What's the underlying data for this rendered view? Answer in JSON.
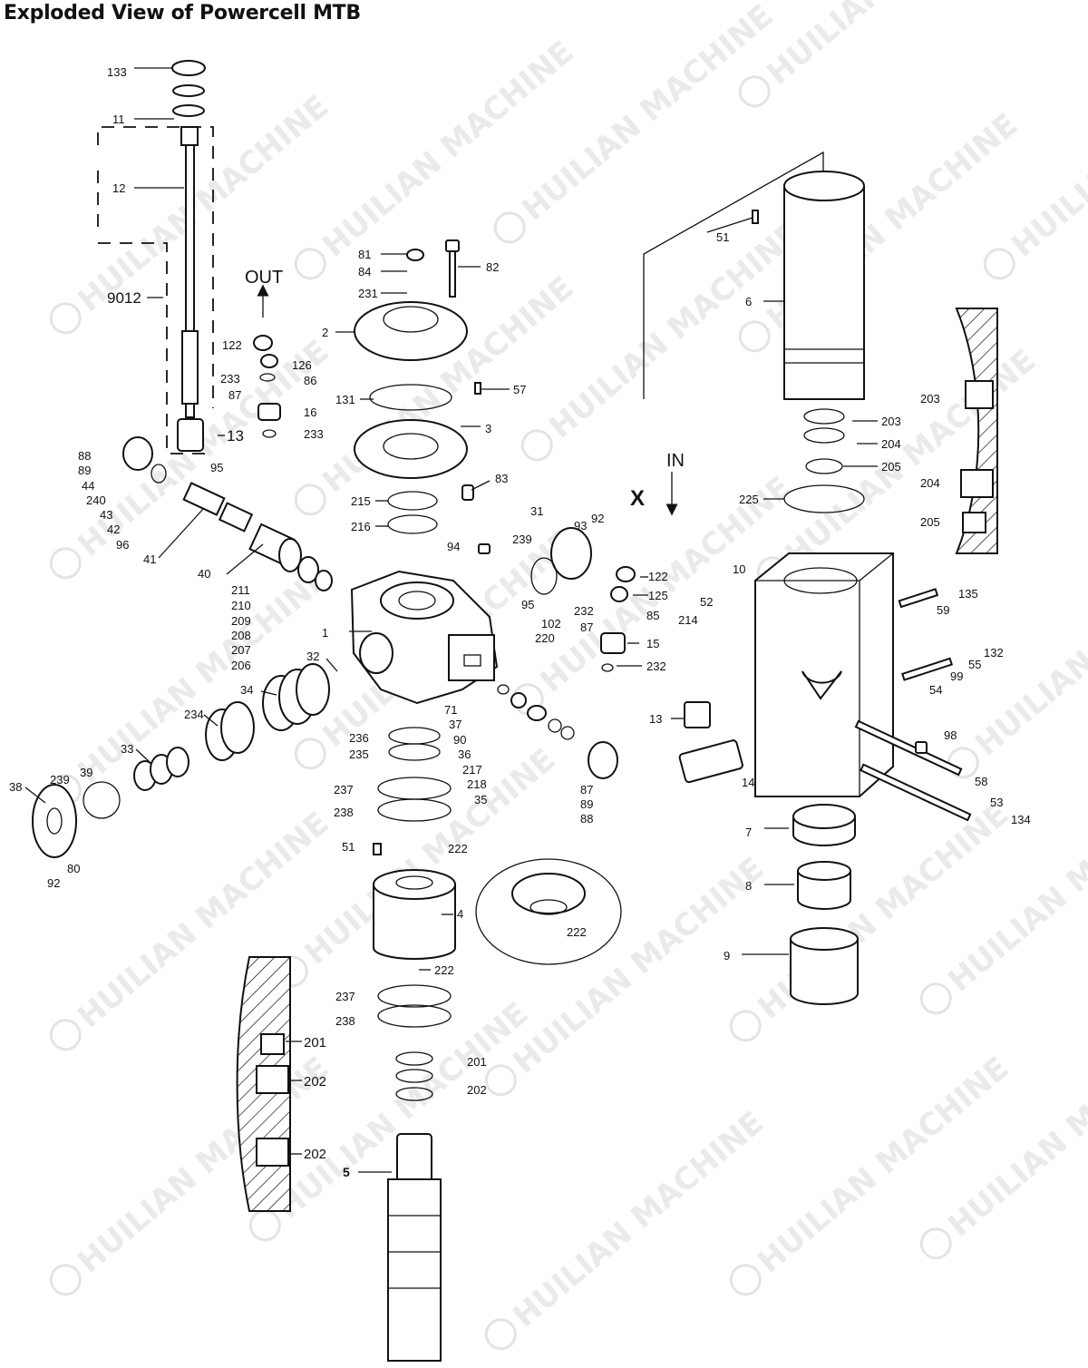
{
  "title": "Exploded View of Powercell MTB",
  "watermark": "HUILIAN MACHINE",
  "flow": {
    "out": "OUT",
    "in": "IN",
    "x": "X"
  },
  "labels": {
    "l133": "133",
    "l11": "11",
    "l12": "12",
    "l9012": "9012",
    "l13a": "13",
    "l122a": "122",
    "l126": "126",
    "l233a": "233",
    "l86": "86",
    "l87a": "87",
    "l16": "16",
    "l233b": "233",
    "l88a": "88",
    "l89a": "89",
    "l44": "44",
    "l240": "240",
    "l43": "43",
    "l42": "42",
    "l96": "96",
    "l41": "41",
    "l95a": "95",
    "l40": "40",
    "l211": "211",
    "l210": "210",
    "l209": "209",
    "l208": "208",
    "l207": "207",
    "l206": "206",
    "l1": "1",
    "l32": "32",
    "l34": "34",
    "l234": "234",
    "l33": "33",
    "l239a": "239",
    "l39": "39",
    "l38": "38",
    "l80": "80",
    "l92a": "92",
    "l81": "81",
    "l84": "84",
    "l82": "82",
    "l231": "231",
    "l2": "2",
    "l131": "131",
    "l57": "57",
    "l3": "3",
    "l83": "83",
    "l215": "215",
    "l216": "216",
    "l94": "94",
    "l239b": "239",
    "l31": "31",
    "l93": "93",
    "l92b": "92",
    "l122b": "122",
    "l125": "125",
    "l232a": "232",
    "l85": "85",
    "l87b": "87",
    "l15": "15",
    "l232b": "232",
    "l95b": "95",
    "l102": "102",
    "l220": "220",
    "l71": "71",
    "l37": "37",
    "l90": "90",
    "l36": "36",
    "l217": "217",
    "l218": "218",
    "l35": "35",
    "l87c": "87",
    "l89b": "89",
    "l88b": "88",
    "l236": "236",
    "l235": "235",
    "l237a": "237",
    "l238a": "238",
    "l51a": "51",
    "l222a": "222",
    "l4": "4",
    "l222b": "222",
    "l222c": "222",
    "l237b": "237",
    "l238b": "238",
    "l201a": "201",
    "l202a": "202",
    "l5": "5",
    "l201b": "201",
    "l202b": "202",
    "l202c": "202",
    "l51b": "51",
    "l6": "6",
    "l203a": "203",
    "l203b": "203",
    "l204a": "204",
    "l204b": "204",
    "l205a": "205",
    "l205b": "205",
    "l225": "225",
    "l10": "10",
    "l52": "52",
    "l214": "214",
    "l135": "135",
    "l59": "59",
    "l132": "132",
    "l55": "55",
    "l99": "99",
    "l54": "54",
    "l13b": "13",
    "l98": "98",
    "l14": "14",
    "l58": "58",
    "l53": "53",
    "l134": "134",
    "l7": "7",
    "l8": "8",
    "l9": "9"
  }
}
